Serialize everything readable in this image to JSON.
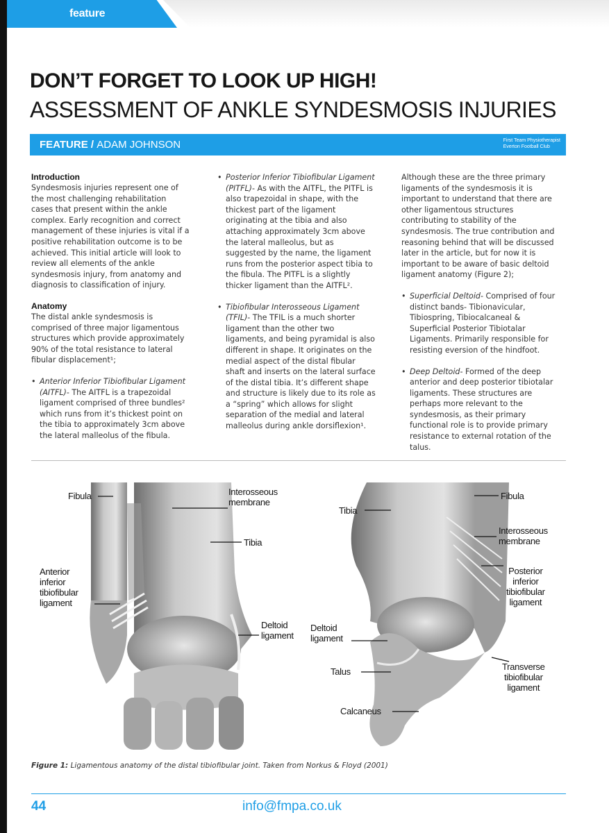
{
  "header": {
    "section_tab": "feature"
  },
  "title": {
    "line1": "DON’T FORGET TO LOOK UP HIGH!",
    "line2": "ASSESSMENT OF ANKLE SYNDESMOSIS INJURIES"
  },
  "byline": {
    "label": "FEATURE /",
    "author": "ADAM JOHNSON",
    "role_line1": "First Team Physiotherapist",
    "role_line2": "Everton Football Club"
  },
  "col1": {
    "intro_heading": "Introduction",
    "intro_text": "Syndesmosis injuries represent one of the most challenging rehabilitation cases that present within the ankle complex. Early recognition and correct management of these injuries is vital if a positive rehabilitation outcome is to be achieved. This initial article will look to review all elements of the ankle syndesmosis injury, from anatomy and diagnosis to classification of injury.",
    "anatomy_heading": "Anatomy",
    "anatomy_text": "The distal ankle syndesmosis is comprised of three major ligamentous structures which provide approximately 90% of the total resistance to lateral fibular displacement¹;",
    "aitfl_name": "Anterior Inferior Tibiofibular Ligament (AITFL)",
    "aitfl_text": "- The AITFL is a trapezoidal ligament comprised of three bundles² which runs from it’s thickest point on the tibia to approximately 3cm above the lateral malleolus of the fibula."
  },
  "col2": {
    "pitfl_name": "Posterior Inferior Tibiofibular Ligament (PITFL)",
    "pitfl_text": "- As with the AITFL, the PITFL is also trapezoidal in shape, with the thickest part of the ligament originating at the tibia and also attaching approximately 3cm above the lateral malleolus, but as suggested by the name, the ligament runs from the posterior aspect tibia to the fibula. The PITFL is a slightly thicker ligament than the AITFL².",
    "tfil_name": "Tibiofibular Interosseous Ligament (TFIL)",
    "tfil_text": "- The TFIL is a much shorter ligament than the other two ligaments, and being pyramidal is also different in shape. It originates on the medial aspect of the distal fibular shaft and inserts on the lateral surface of the distal tibia. It’s different shape and structure is likely due to its role as a “spring” which allows for slight separation of the medial and lateral malleolus during ankle dorsiflexion¹."
  },
  "col3": {
    "intro_text": "Although these are the three primary ligaments of the syndesmosis it is important to understand that there are other ligamentous structures contributing to stability of the syndesmosis. The true contribution and reasoning behind that will be discussed later in the article, but for now it is important to be aware of basic deltoid ligament anatomy (Figure 2);",
    "sup_name": "Superficial Deltoid",
    "sup_text": "- Comprised of four distinct bands- Tibionavicular, Tibiospring, Tibiocalcaneal & Superficial Posterior Tibiotalar Ligaments. Primarily responsible for resisting eversion of the hindfoot.",
    "deep_name": "Deep Deltoid",
    "deep_text": "- Formed of the deep anterior and deep posterior tibiotalar ligaments. These structures are perhaps more relevant to the syndesmosis, as their primary functional role is to provide primary resistance to external rotation of the talus."
  },
  "figure": {
    "left": {
      "fibula": "Fibula",
      "interosseous": [
        "Interosseous",
        "membrane"
      ],
      "tibia": "Tibia",
      "aitfl": [
        "Anterior",
        "inferior",
        "tibiofibular",
        "ligament"
      ],
      "deltoid": [
        "Deltoid",
        "ligament"
      ]
    },
    "right": {
      "tibia": "Tibia",
      "fibula": "Fibula",
      "interosseous": [
        "Interosseous",
        "membrane"
      ],
      "pitfl": [
        "Posterior",
        "inferior",
        "tibiofibular",
        "ligament"
      ],
      "deltoid": [
        "Deltoid",
        "ligament"
      ],
      "talus": "Talus",
      "transverse": [
        "Transverse",
        "tibiofibular",
        "ligament"
      ],
      "calcaneus": "Calcaneus"
    },
    "caption_label": "Figure 1:",
    "caption_text": "Ligamentous anatomy of the distal tibiofibular joint. Taken from Norkus & Floyd (2001)"
  },
  "footer": {
    "page_number": "44",
    "email": "info@fmpa.co.uk"
  },
  "colors": {
    "accent": "#1e9ee6",
    "text": "#333333"
  }
}
